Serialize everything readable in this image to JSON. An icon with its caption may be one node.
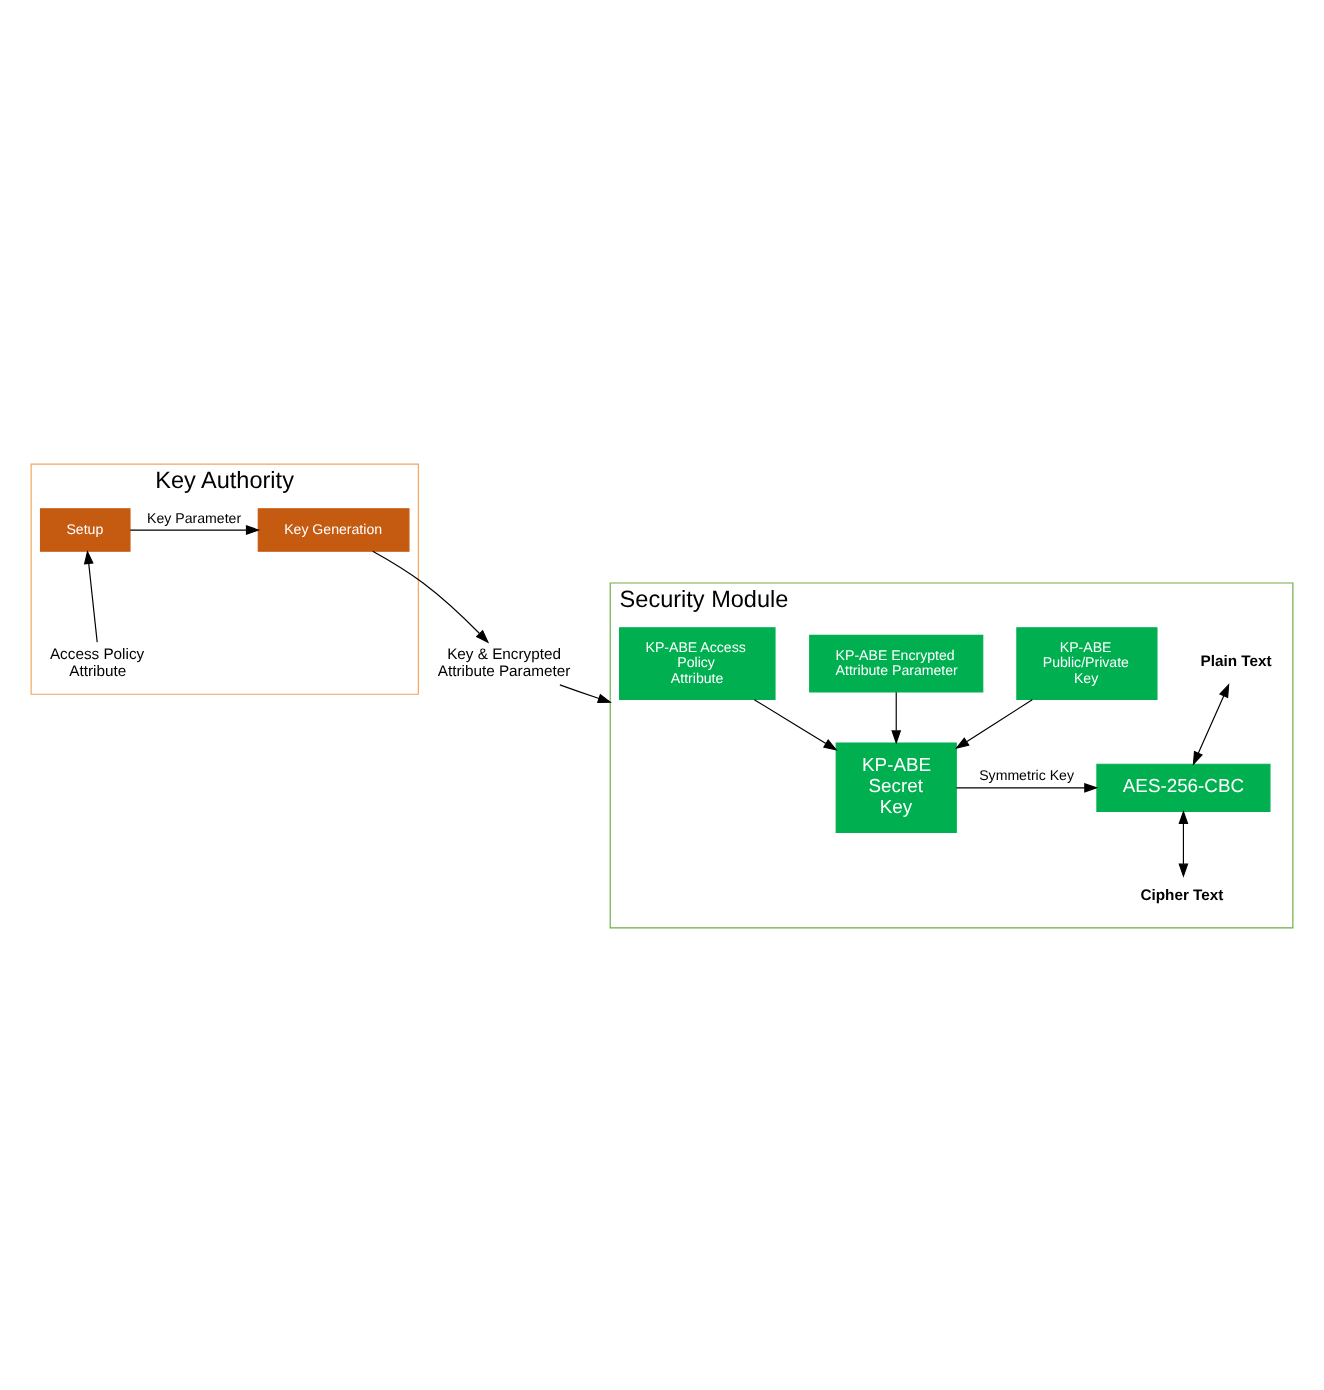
{
  "diagram": {
    "nodes": [
      {
        "text": [
          "Key Authority"
        ]
      },
      {
        "text": [
          "Setup"
        ],
        "in": 0
      },
      {
        "text": [
          "Key Generation"
        ],
        "in": 0
      },
      {
        "text": [
          "Access Policy Attribute"
        ],
        "in": 0
      },
      {
        "text": [
          "Key & Encrypted Attribute Parameter"
        ]
      },
      {
        "text": [
          "Security Module"
        ]
      },
      {
        "text": [
          "KP-ABE Public/Private Key"
        ],
        "in": 5
      },
      {
        "text": [
          "KP-ABE Encrypted Attribute Parameter"
        ],
        "in": 5
      },
      {
        "text": [
          "KP-ABE Access Policy Attribute"
        ],
        "in": 5
      },
      {
        "text": [
          "KP-ABE Secret Key"
        ],
        "in": 5
      },
      {
        "text": [
          "AES-256-CBC"
        ],
        "in": 5
      },
      {
        "text": [
          "Plain Text"
        ],
        "in": 5
      },
      {
        "text": [
          "Cipher Text"
        ],
        "in": 5
      }
    ],
    "edges": [
      {
        "from": 3,
        "to": 1,
        "arrow": "to"
      },
      {
        "from": 1,
        "to": 2,
        "arrow": "to",
        "label": "Key Parameter"
      },
      {
        "from": 2,
        "to": 4,
        "arrow": "to"
      },
      {
        "from": 4,
        "to": 5,
        "arrow": "to"
      },
      {
        "from": 6,
        "to": 9,
        "arrow": "to"
      },
      {
        "from": 7,
        "to": 9,
        "arrow": "to"
      },
      {
        "from": 8,
        "to": 9,
        "arrow": "to"
      },
      {
        "from": 9,
        "to": 10,
        "arrow": "to",
        "label": "Symmetric Key"
      },
      {
        "from": 11,
        "to": 10,
        "arrow": "both"
      },
      {
        "from": 10,
        "to": 12,
        "arrow": "both"
      }
    ]
  }
}
